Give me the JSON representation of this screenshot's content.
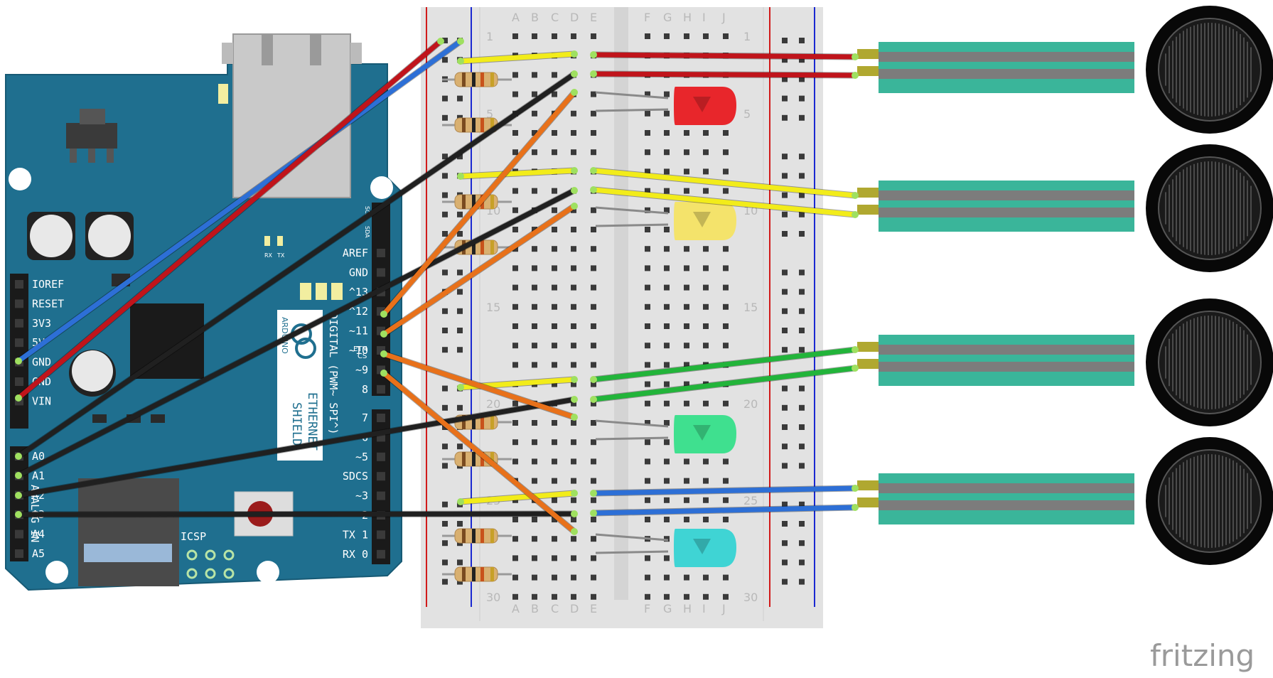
{
  "watermark": "fritzing",
  "breadboard": {
    "columns_left": [
      "A",
      "B",
      "C",
      "D",
      "E"
    ],
    "columns_right": [
      "F",
      "G",
      "H",
      "I",
      "J"
    ],
    "row_labels": [
      "1",
      "5",
      "10",
      "15",
      "20",
      "25",
      "30"
    ]
  },
  "arduino": {
    "board_name_1": "ARDUINO",
    "board_name_2": "ETHERNET",
    "board_name_3": "SHIELD",
    "digital_title": "DIGITAL (PWM~ SPI^)",
    "eth_label": "ETH",
    "cs_label": "CS",
    "sda_label": "SDA",
    "scl_label": "SCL",
    "rx_led": "RX",
    "tx_led": "TX",
    "icsp": "ICSP",
    "analog_title": "ANALOG IN",
    "power_pins": [
      "IOREF",
      "RESET",
      "3V3",
      "5V",
      "GND",
      "GND",
      "VIN"
    ],
    "analog_pins": [
      "A0",
      "A1",
      "A2",
      "A3",
      "A4",
      "A5"
    ],
    "digital_pins_top": [
      "AREF",
      "GND",
      "^13",
      "^12",
      "~11",
      "~10",
      "~9",
      "8"
    ],
    "digital_pins_bottom": [
      "7",
      "~6",
      "~5",
      "SDCS",
      "~3",
      "2",
      "TX 1",
      "RX 0"
    ]
  },
  "components": {
    "leds": [
      "red",
      "yellow",
      "green",
      "cyan"
    ],
    "sensor_count": 4
  },
  "colors": {
    "board": "#1f6f8f",
    "wire_red": "#c0141b",
    "wire_blue": "#2d6fd6",
    "wire_black": "#202020",
    "wire_yellow": "#f2ec1a",
    "wire_orange": "#e8711a",
    "wire_green": "#22b43a",
    "led_red": "#e8262b",
    "led_yellow": "#f4e36b",
    "led_green": "#3fe08f",
    "led_cyan": "#3fd4d4",
    "sensor_strip": "#3ab59a"
  }
}
